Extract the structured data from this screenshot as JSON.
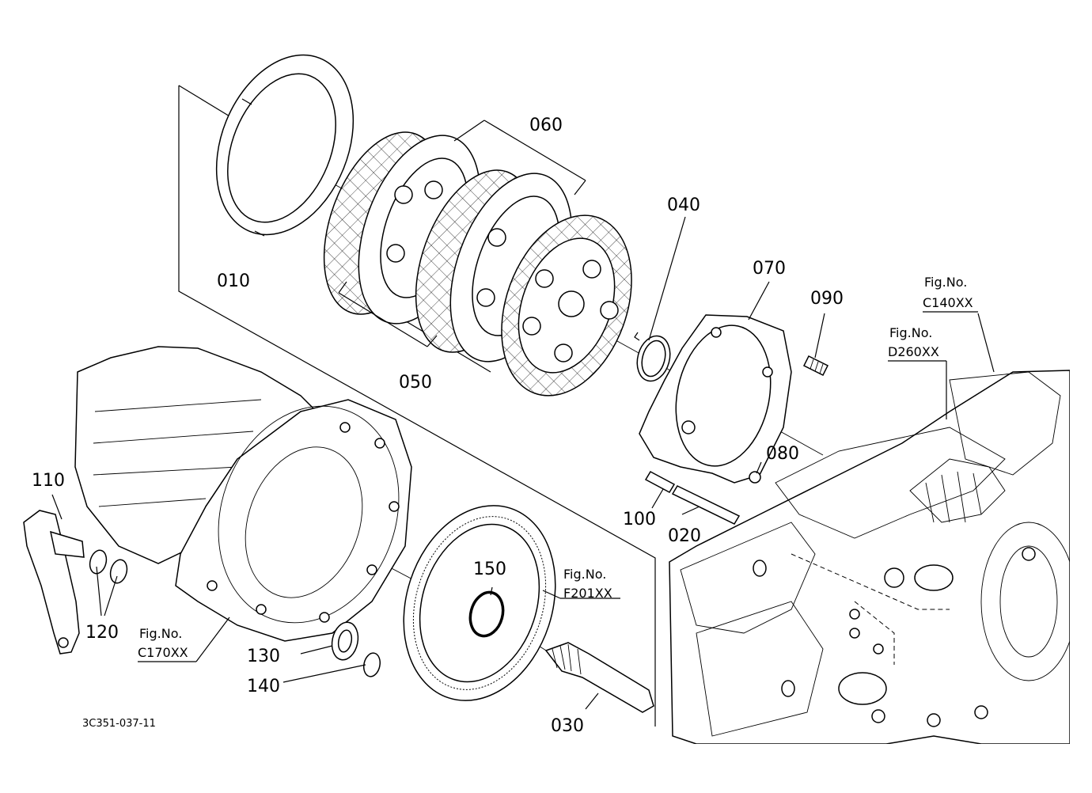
{
  "parts": [
    {
      "id": "p010",
      "label": "010"
    },
    {
      "id": "p020",
      "label": "020"
    },
    {
      "id": "p030",
      "label": "030"
    },
    {
      "id": "p040",
      "label": "040"
    },
    {
      "id": "p050",
      "label": "050"
    },
    {
      "id": "p060",
      "label": "060"
    },
    {
      "id": "p070",
      "label": "070"
    },
    {
      "id": "p080",
      "label": "080"
    },
    {
      "id": "p090",
      "label": "090"
    },
    {
      "id": "p100",
      "label": "100"
    },
    {
      "id": "p110",
      "label": "110"
    },
    {
      "id": "p120",
      "label": "120"
    },
    {
      "id": "p130",
      "label": "130"
    },
    {
      "id": "p140",
      "label": "140"
    },
    {
      "id": "p150",
      "label": "150"
    }
  ],
  "fig_refs": [
    {
      "id": "c140",
      "line1": "Fig.No.",
      "line2": "C140XX"
    },
    {
      "id": "d260",
      "line1": "Fig.No.",
      "line2": "D260XX"
    },
    {
      "id": "f201",
      "line1": "Fig.No.",
      "line2": "F201XX"
    },
    {
      "id": "c170",
      "line1": "Fig.No.",
      "line2": "C170XX"
    }
  ],
  "diagram_code": "3C351-037-11"
}
